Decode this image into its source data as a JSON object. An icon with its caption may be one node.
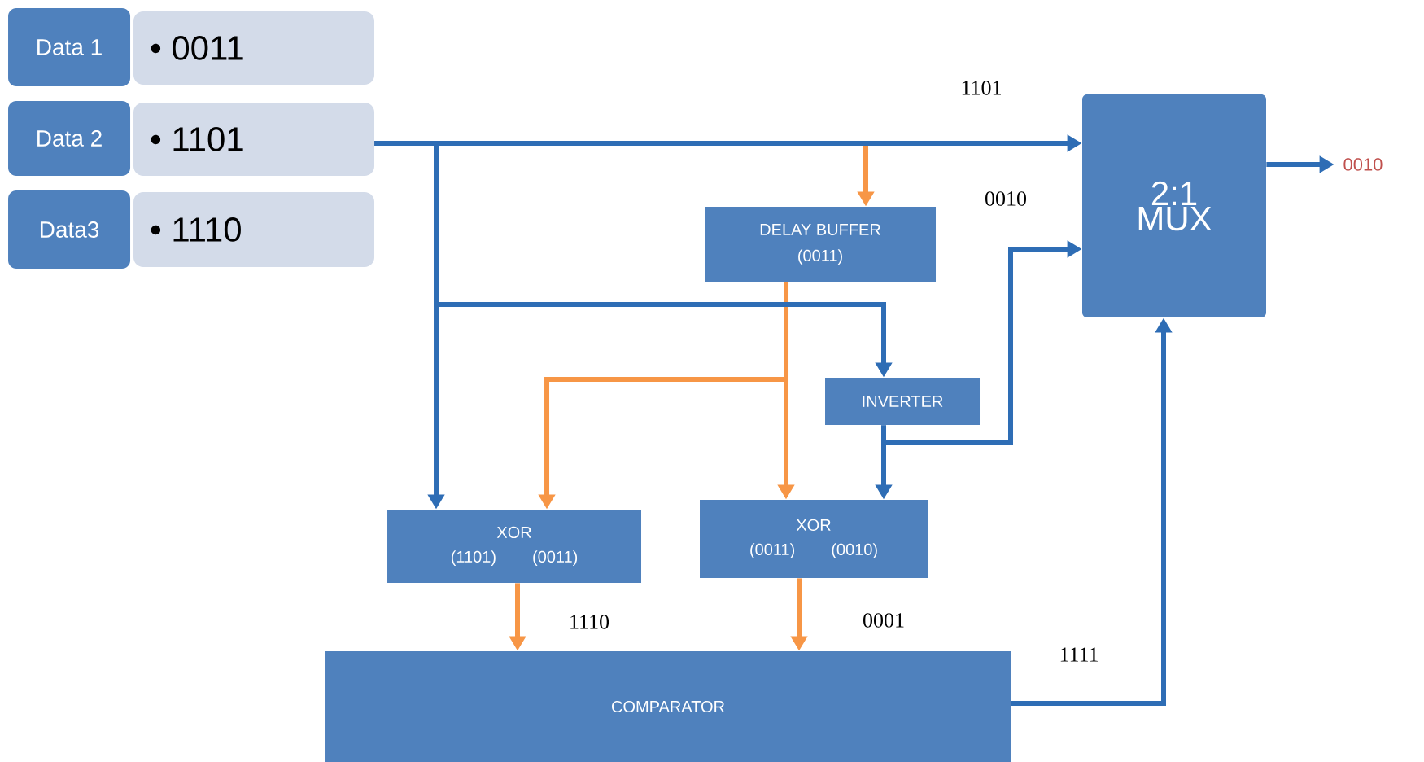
{
  "diagram": {
    "nodes": [
      {
        "text": [
          "Data 1"
        ]
      },
      {
        "text": [
          "• 0011"
        ]
      },
      {
        "text": [
          "Data 2"
        ]
      },
      {
        "text": [
          "• 1101"
        ]
      },
      {
        "text": [
          "Data3"
        ]
      },
      {
        "text": [
          "• 1110"
        ]
      },
      {
        "text": [
          "2:1 MUX"
        ]
      },
      {
        "text": [
          "DELAY BUFFER",
          "(0011)"
        ]
      },
      {
        "text": [
          "INVERTER"
        ]
      },
      {
        "text": [
          "XOR",
          "(1101)",
          "(0011)"
        ]
      },
      {
        "text": [
          "XOR",
          "(0011)",
          "(0010)"
        ]
      },
      {
        "text": [
          "COMPARATOR"
        ]
      },
      {
        "text": [
          "0010"
        ]
      }
    ],
    "edges": [
      {
        "from": 3,
        "to": 6,
        "arrow": "to",
        "label": "1101"
      },
      {
        "from": 3,
        "to": 7,
        "arrow": "to",
        "color": "#f79646"
      },
      {
        "from": 3,
        "to": 9,
        "arrow": "to"
      },
      {
        "from": 3,
        "to": 8,
        "arrow": "to"
      },
      {
        "from": 8,
        "to": 6,
        "arrow": "to",
        "label": "0010"
      },
      {
        "from": 8,
        "to": 10,
        "arrow": "to"
      },
      {
        "from": 7,
        "to": 9,
        "arrow": "to",
        "color": "#f79646"
      },
      {
        "from": 7,
        "to": 10,
        "arrow": "to",
        "color": "#f79646"
      },
      {
        "from": 9,
        "to": 11,
        "arrow": "to",
        "label": "1110",
        "color": "#f79646"
      },
      {
        "from": 10,
        "to": 11,
        "arrow": "to",
        "label": "0001",
        "color": "#f79646"
      },
      {
        "from": 11,
        "to": 6,
        "arrow": "to",
        "label": "1111"
      },
      {
        "from": 6,
        "to": 12,
        "arrow": "to"
      }
    ]
  }
}
